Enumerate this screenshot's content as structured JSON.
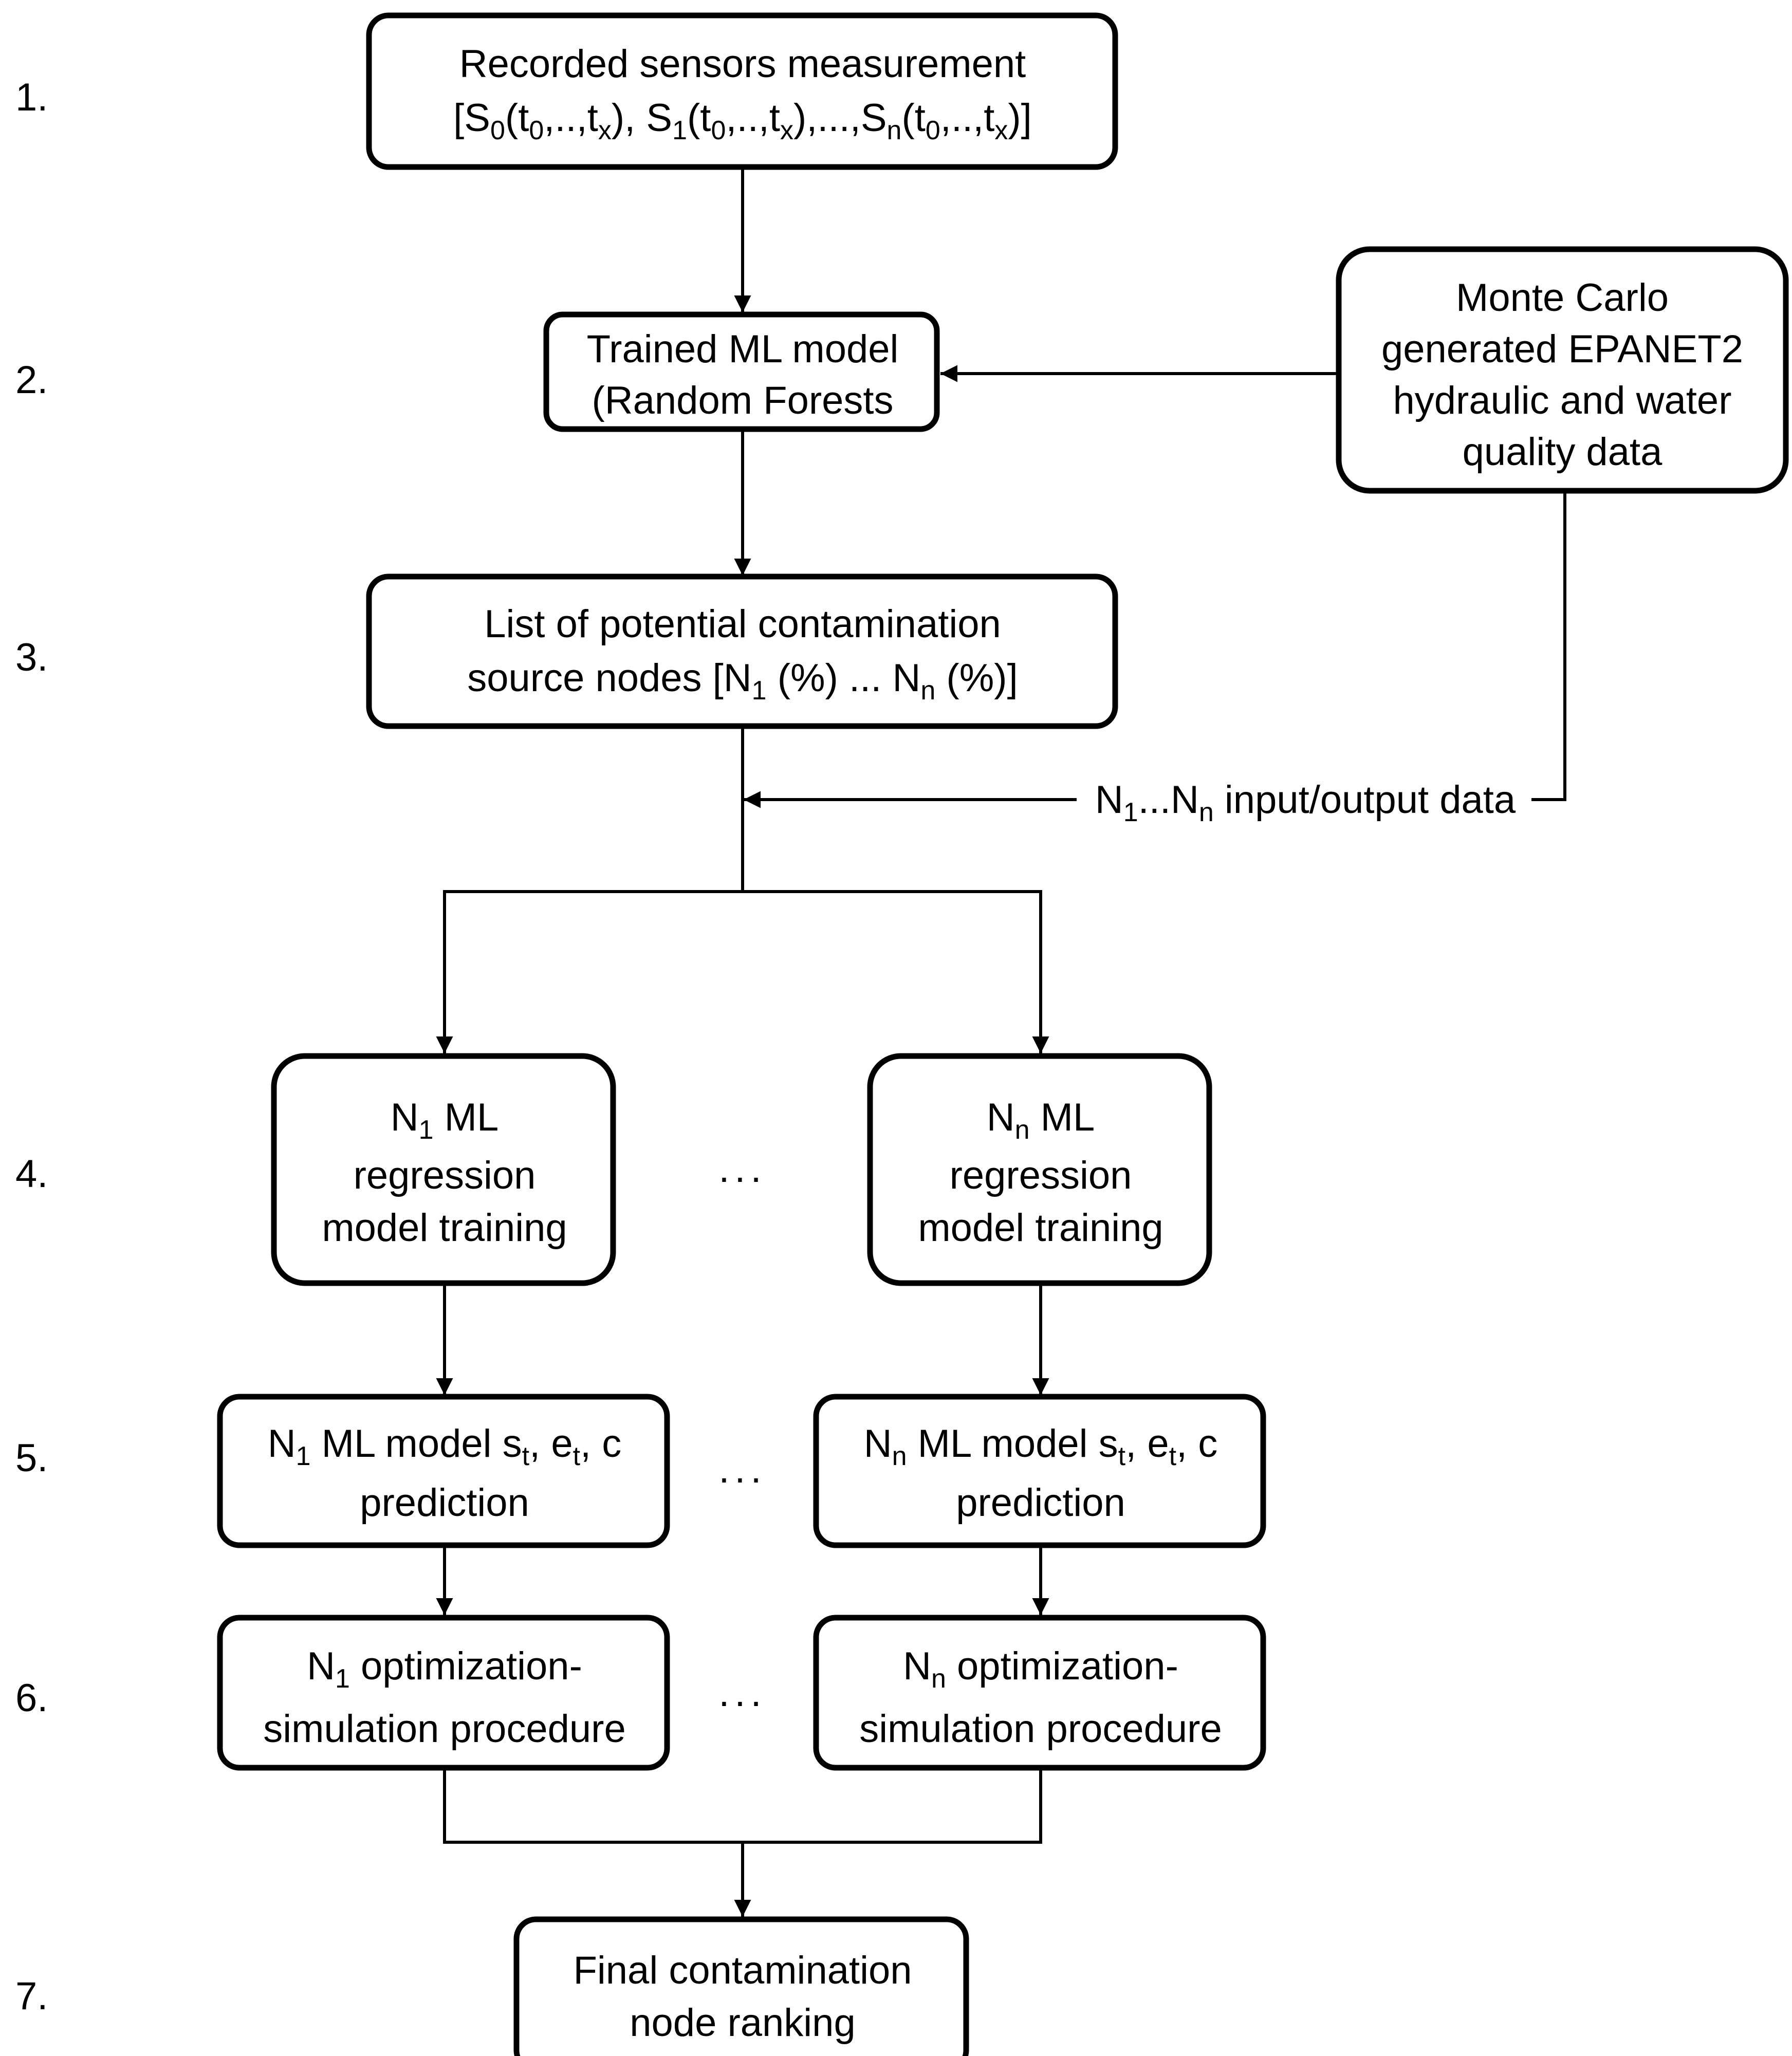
{
  "steps": [
    "1.",
    "2.",
    "3.",
    "4.",
    "5.",
    "6.",
    "7."
  ],
  "box1": {
    "line1": "Recorded sensors measurement",
    "line2": "[S0(t0,..,tx), S1(t0,..,tx),...,Sn(t0,..,tx)]"
  },
  "box2": {
    "line1": "Trained ML model",
    "line2": "(Random Forests"
  },
  "box_mc": {
    "line1": "Monte Carlo",
    "line2": "generated EPANET2",
    "line3": "hydraulic and water",
    "line4": "quality data"
  },
  "box3": {
    "line1": "List of potential contamination",
    "line2": "source nodes [N1 (%) ... Nn (%)]"
  },
  "feed_label": "N1...Nn input/output data",
  "box4_left": {
    "line1": "N1 ML",
    "line2": "regression",
    "line3": "model training"
  },
  "box4_right": {
    "line1": "Nn ML",
    "line2": "regression",
    "line3": "model training"
  },
  "box5_left": {
    "line1": "N1 ML model st, et, c",
    "line2": "prediction"
  },
  "box5_right": {
    "line1": "Nn ML model st, et, c",
    "line2": "prediction"
  },
  "box6_left": {
    "line1": "N1 optimization-",
    "line2": "simulation procedure"
  },
  "box6_right": {
    "line1": "Nn optimization-",
    "line2": "simulation procedure"
  },
  "box7": {
    "line1": "Final contamination",
    "line2": "node ranking"
  },
  "ellipsis": "..."
}
